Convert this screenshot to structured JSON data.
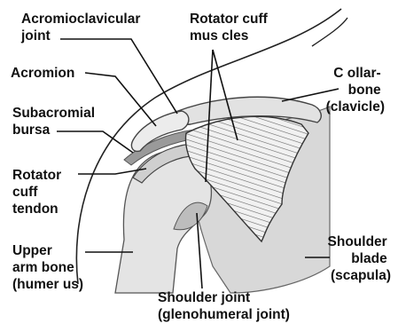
{
  "labels": {
    "acromioclavicular_joint": [
      "Acromioclavicular",
      "joint"
    ],
    "rotator_cuff_muscles": [
      "Rotator cuff",
      "mus cles"
    ],
    "acromion": [
      "Acromion"
    ],
    "collarbone": [
      "C ollar-",
      "bone",
      "(clavicle)"
    ],
    "subacromial_bursa": [
      "Subacromial",
      "bursa"
    ],
    "rotator_cuff_tendon": [
      "Rotator",
      "cuff",
      "tendon"
    ],
    "shoulder_blade": [
      "Shoulder",
      "blade",
      "(scapula)"
    ],
    "upper_arm_bone": [
      "Upper",
      "arm bone",
      "(humer us)"
    ],
    "shoulder_joint": [
      "Shoulder joint",
      "(glenohumeral joint)"
    ]
  }
}
